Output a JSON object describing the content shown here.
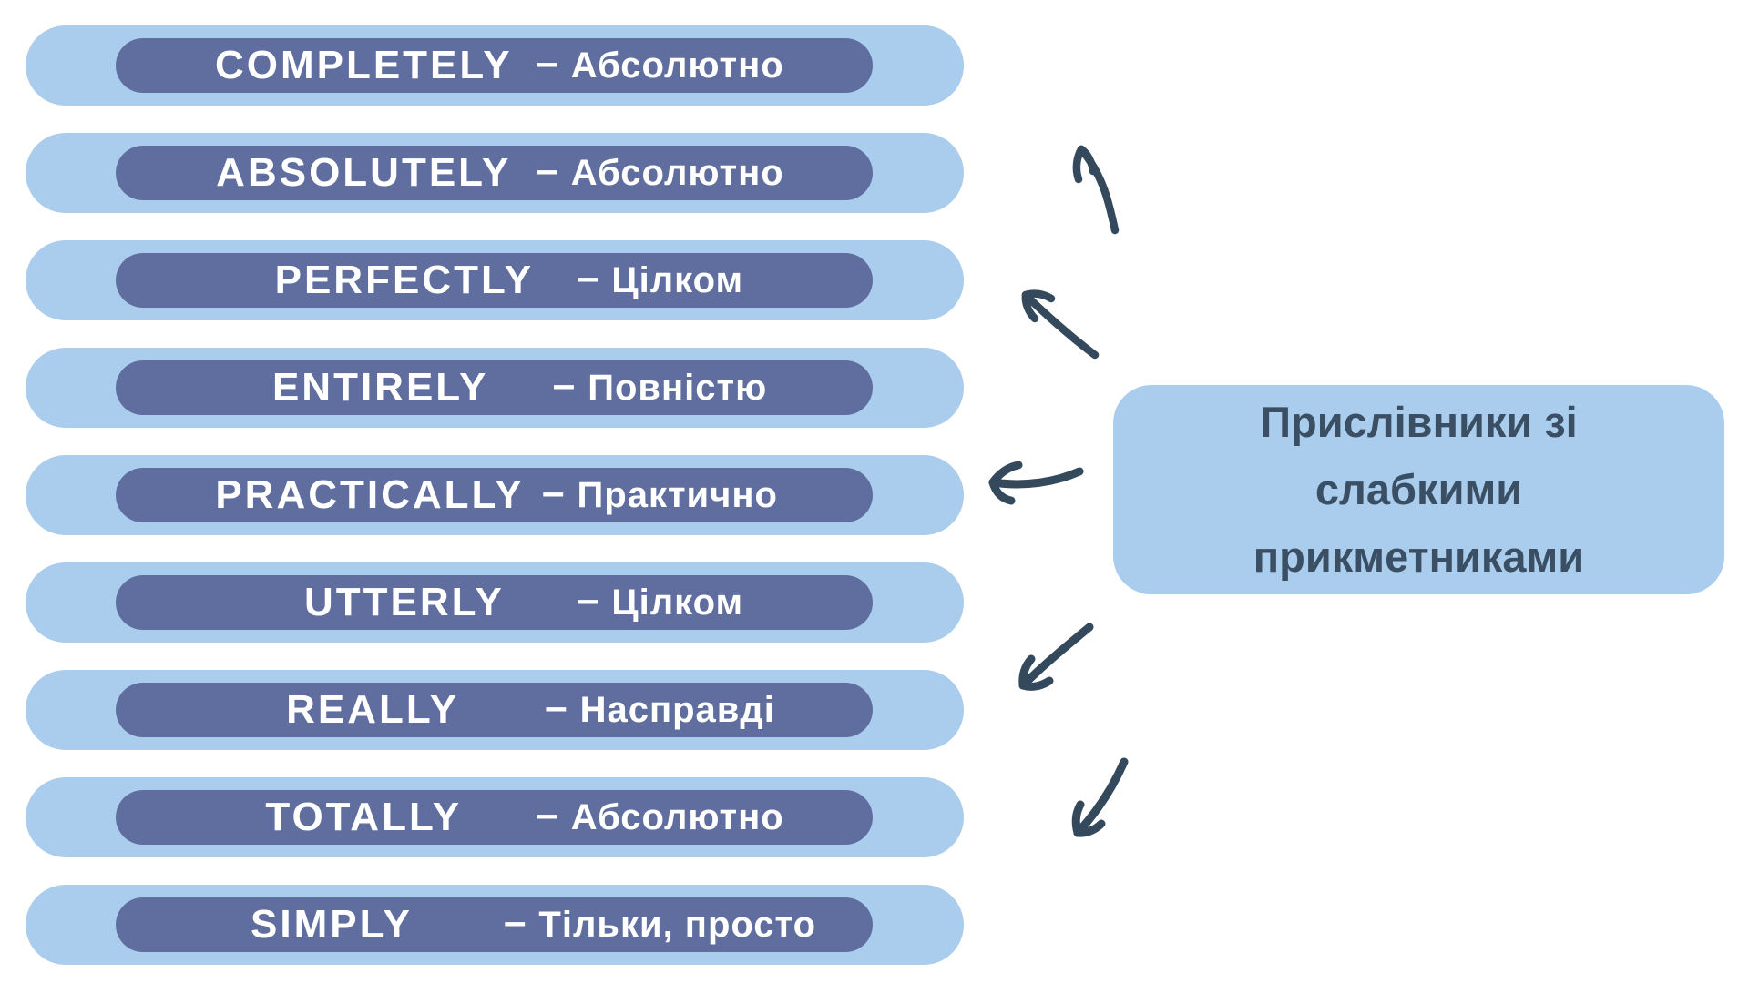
{
  "vocab": {
    "items": [
      {
        "en": "COMPLETELY",
        "dash": "–",
        "uk": "Абсолютно"
      },
      {
        "en": "ABSOLUTELY",
        "dash": "–",
        "uk": "Абсолютно"
      },
      {
        "en": "PERFECTLY",
        "dash": "–",
        "uk": "Цілком"
      },
      {
        "en": "ENTIRELY",
        "dash": "–",
        "uk": "Повністю"
      },
      {
        "en": "PRACTICALLY",
        "dash": "–",
        "uk": "Практично"
      },
      {
        "en": "UTTERLY",
        "dash": "–",
        "uk": "Цілком"
      },
      {
        "en": "REALLY",
        "dash": "–",
        "uk": "Насправді"
      },
      {
        "en": "TOTALLY",
        "dash": "–",
        "uk": "Абсолютно"
      },
      {
        "en": "SIMPLY",
        "dash": "–",
        "uk": "Тільки, просто"
      }
    ]
  },
  "label_box": {
    "lines": [
      "Прислівники зі",
      "слабкими",
      "прикметниками"
    ],
    "text": "Прислівники зі слабкими прикметниками"
  },
  "colors": {
    "background": "#ffffff",
    "pill_outer": "#aacced",
    "pill_inner": "#5f6e9e",
    "pill_text": "#ffffff",
    "label_box_bg": "#aacced",
    "label_box_text": "#3a4f63",
    "arrow": "#35495c"
  },
  "icons": {
    "arrows": [
      {
        "name": "curved-arrow-up-icon",
        "direction": "up"
      },
      {
        "name": "curved-arrow-up-left-icon",
        "direction": "up-left"
      },
      {
        "name": "curved-arrow-left-icon",
        "direction": "left"
      },
      {
        "name": "curved-arrow-down-left-icon",
        "direction": "down-left"
      },
      {
        "name": "curved-arrow-down-left-2-icon",
        "direction": "down-left"
      }
    ]
  }
}
